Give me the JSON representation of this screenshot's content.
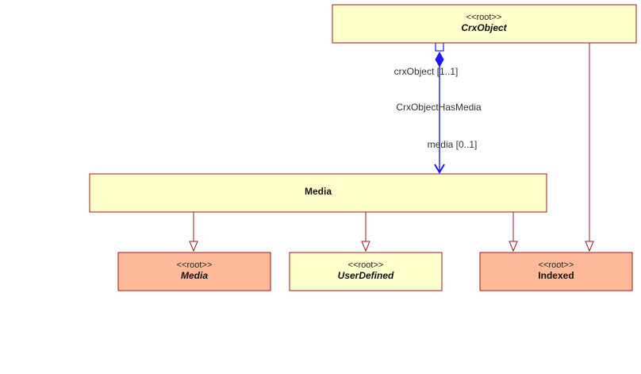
{
  "classes": {
    "crx_object": {
      "stereotype": "<<root>>",
      "name": "CrxObject",
      "abstract": true
    },
    "media_parent": {
      "stereotype": "",
      "name": "Media",
      "abstract": false
    },
    "media_child": {
      "stereotype": "<<root>>",
      "name": "Media",
      "abstract": true
    },
    "user_defined": {
      "stereotype": "<<root>>",
      "name": "UserDefined",
      "abstract": true
    },
    "indexed": {
      "stereotype": "<<root>>",
      "name": "Indexed",
      "abstract": false
    }
  },
  "association": {
    "name": "CrxObjectHasMedia",
    "source_role": "crxObject [1..1]",
    "target_role": "media [0..1]"
  },
  "colors": {
    "class_fill": "#ffffcc",
    "root_fill": "#ffbb99",
    "class_stroke": "#9b1b1b",
    "generalization": "#9b1b1b",
    "association": "#1a1aff"
  }
}
